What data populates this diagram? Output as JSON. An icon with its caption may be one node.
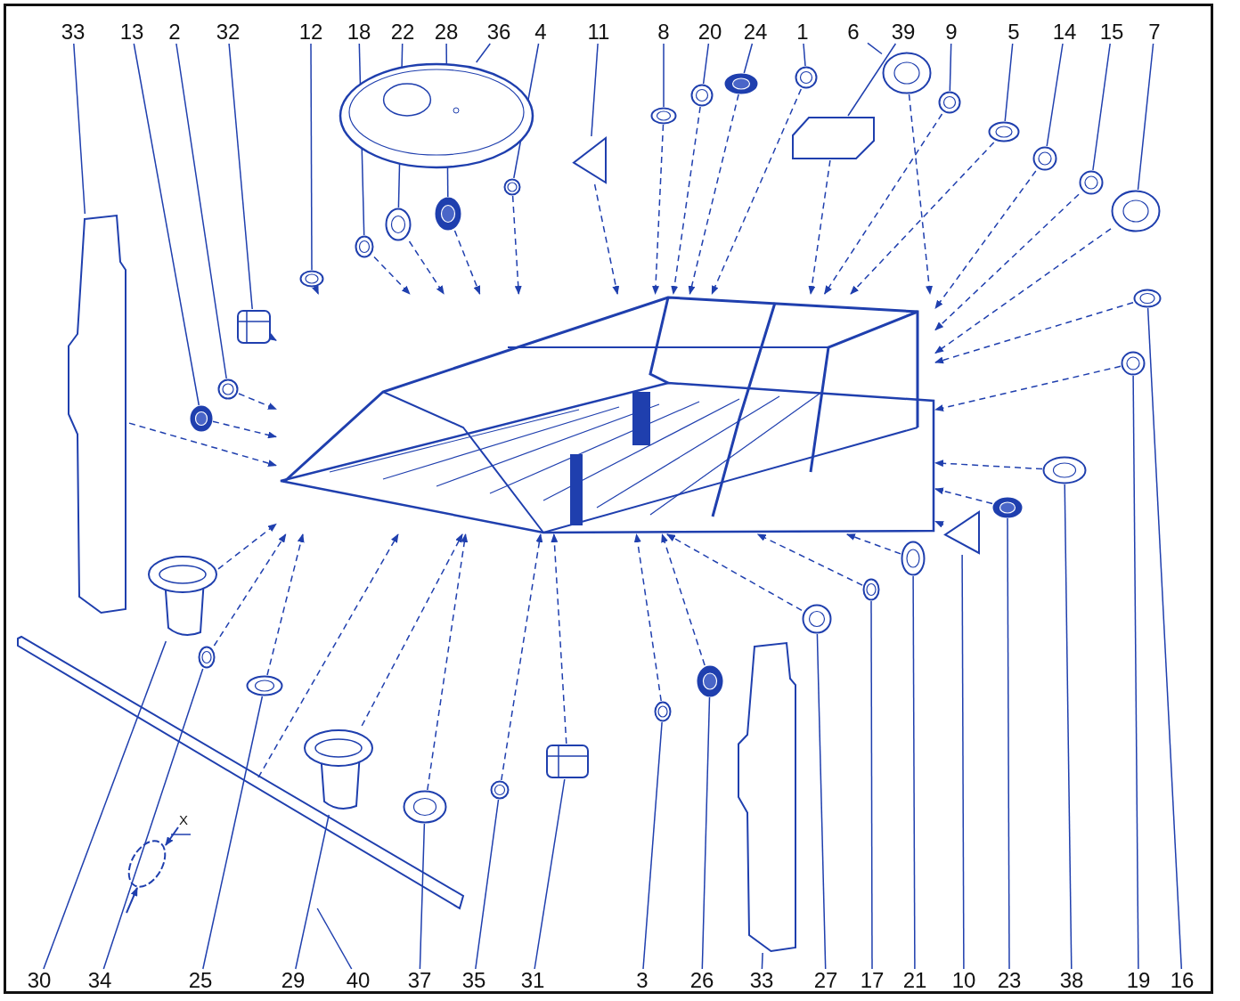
{
  "diagram": {
    "nodes": [
      {
        "text": [
          "33"
        ]
      },
      {
        "text": [
          "13"
        ]
      },
      {
        "text": [
          "2"
        ]
      },
      {
        "text": [
          "32"
        ]
      },
      {
        "text": [
          "12"
        ]
      },
      {
        "text": [
          "18"
        ]
      },
      {
        "text": [
          "22"
        ]
      },
      {
        "text": [
          "28"
        ]
      },
      {
        "text": [
          "36"
        ]
      },
      {
        "text": [
          "4"
        ]
      },
      {
        "text": [
          "11"
        ]
      },
      {
        "text": [
          "8"
        ]
      },
      {
        "text": [
          "20"
        ]
      },
      {
        "text": [
          "24"
        ]
      },
      {
        "text": [
          "1"
        ]
      },
      {
        "text": [
          "6"
        ]
      },
      {
        "text": [
          "39"
        ]
      },
      {
        "text": [
          "9"
        ]
      },
      {
        "text": [
          "5"
        ]
      },
      {
        "text": [
          "14"
        ]
      },
      {
        "text": [
          "15"
        ]
      },
      {
        "text": [
          "7"
        ]
      },
      {
        "text": [
          "30"
        ]
      },
      {
        "text": [
          "34"
        ]
      },
      {
        "text": [
          "25"
        ]
      },
      {
        "text": [
          "29"
        ]
      },
      {
        "text": [
          "40"
        ]
      },
      {
        "text": [
          "37"
        ]
      },
      {
        "text": [
          "35"
        ]
      },
      {
        "text": [
          "31"
        ]
      },
      {
        "text": [
          "3"
        ]
      },
      {
        "text": [
          "26"
        ]
      },
      {
        "text": [
          "33"
        ]
      },
      {
        "text": [
          "27"
        ]
      },
      {
        "text": [
          "17"
        ]
      },
      {
        "text": [
          "21"
        ]
      },
      {
        "text": [
          "10"
        ]
      },
      {
        "text": [
          "23"
        ]
      },
      {
        "text": [
          "38"
        ]
      },
      {
        "text": [
          "19"
        ]
      },
      {
        "text": [
          "16"
        ]
      },
      {
        "text": [],
        "shape": "picture"
      },
      {
        "text": [],
        "shape": "bar"
      },
      {
        "text": [],
        "shape": "circle"
      },
      {
        "text": [],
        "shape": "circle"
      },
      {
        "text": [],
        "shape": "box"
      },
      {
        "text": [],
        "shape": "circle"
      },
      {
        "text": [],
        "shape": "circle"
      },
      {
        "text": [],
        "shape": "circle"
      },
      {
        "text": [],
        "shape": "circle"
      },
      {
        "text": [],
        "shape": "picture"
      },
      {
        "text": [],
        "shape": "circle"
      },
      {
        "text": [],
        "shape": "triangle"
      },
      {
        "text": [],
        "shape": "circle"
      },
      {
        "text": [],
        "shape": "circle"
      },
      {
        "text": [],
        "shape": "circle"
      },
      {
        "text": [],
        "shape": "circle"
      },
      {
        "text": [],
        "shape": "circle"
      },
      {
        "text": [],
        "shape": "box"
      },
      {
        "text": [],
        "shape": "circle"
      },
      {
        "text": [],
        "shape": "circle"
      },
      {
        "text": [],
        "shape": "circle"
      },
      {
        "text": [],
        "shape": "circle"
      },
      {
        "text": [],
        "shape": "circle"
      },
      {
        "text": [],
        "shape": "picture"
      },
      {
        "text": [],
        "shape": "circle"
      },
      {
        "text": [],
        "shape": "circle"
      },
      {
        "text": [],
        "shape": "picture"
      },
      {
        "text": [],
        "shape": "bar"
      },
      {
        "text": [],
        "shape": "circle"
      },
      {
        "text": [],
        "shape": "circle"
      },
      {
        "text": [],
        "shape": "box"
      },
      {
        "text": [],
        "shape": "circle"
      },
      {
        "text": [],
        "shape": "circle"
      },
      {
        "text": [],
        "shape": "bar"
      },
      {
        "text": [],
        "shape": "circle"
      },
      {
        "text": [],
        "shape": "circle"
      },
      {
        "text": [],
        "shape": "circle"
      },
      {
        "text": [],
        "shape": "triangle"
      },
      {
        "text": [],
        "shape": "circle"
      },
      {
        "text": [],
        "shape": "circle"
      },
      {
        "text": [],
        "shape": "circle"
      },
      {
        "text": [],
        "shape": "circle"
      }
    ],
    "edges": [
      {
        "from": 0,
        "to": 42,
        "arrow": "none"
      },
      {
        "from": 1,
        "to": 43,
        "arrow": "none"
      },
      {
        "from": 2,
        "to": 44,
        "arrow": "none"
      },
      {
        "from": 3,
        "to": 45,
        "arrow": "none"
      },
      {
        "from": 4,
        "to": 46,
        "arrow": "none"
      },
      {
        "from": 5,
        "to": 47,
        "arrow": "none"
      },
      {
        "from": 6,
        "to": 48,
        "arrow": "none"
      },
      {
        "from": 7,
        "to": 49,
        "arrow": "none"
      },
      {
        "from": 8,
        "to": 50,
        "arrow": "none"
      },
      {
        "from": 9,
        "to": 51,
        "arrow": "none"
      },
      {
        "from": 10,
        "to": 52,
        "arrow": "none"
      },
      {
        "from": 11,
        "to": 53,
        "arrow": "none"
      },
      {
        "from": 12,
        "to": 54,
        "arrow": "none"
      },
      {
        "from": 13,
        "to": 55,
        "arrow": "none"
      },
      {
        "from": 14,
        "to": 56,
        "arrow": "none"
      },
      {
        "from": 15,
        "to": 57,
        "arrow": "none"
      },
      {
        "from": 16,
        "to": 58,
        "arrow": "none"
      },
      {
        "from": 17,
        "to": 59,
        "arrow": "none"
      },
      {
        "from": 18,
        "to": 60,
        "arrow": "none"
      },
      {
        "from": 19,
        "to": 61,
        "arrow": "none"
      },
      {
        "from": 20,
        "to": 62,
        "arrow": "none"
      },
      {
        "from": 21,
        "to": 63,
        "arrow": "none"
      },
      {
        "from": 22,
        "to": 64,
        "arrow": "none"
      },
      {
        "from": 23,
        "to": 65,
        "arrow": "none"
      },
      {
        "from": 24,
        "to": 66,
        "arrow": "none"
      },
      {
        "from": 25,
        "to": 67,
        "arrow": "none"
      },
      {
        "from": 26,
        "to": 68,
        "arrow": "none"
      },
      {
        "from": 27,
        "to": 69,
        "arrow": "none"
      },
      {
        "from": 28,
        "to": 70,
        "arrow": "none"
      },
      {
        "from": 29,
        "to": 71,
        "arrow": "none"
      },
      {
        "from": 30,
        "to": 72,
        "arrow": "none"
      },
      {
        "from": 31,
        "to": 73,
        "arrow": "none"
      },
      {
        "from": 32,
        "to": 74,
        "arrow": "none"
      },
      {
        "from": 33,
        "to": 75,
        "arrow": "none"
      },
      {
        "from": 34,
        "to": 76,
        "arrow": "none"
      },
      {
        "from": 35,
        "to": 77,
        "arrow": "none"
      },
      {
        "from": 36,
        "to": 78,
        "arrow": "none"
      },
      {
        "from": 37,
        "to": 79,
        "arrow": "none"
      },
      {
        "from": 38,
        "to": 80,
        "arrow": "none"
      },
      {
        "from": 39,
        "to": 81,
        "arrow": "none"
      },
      {
        "from": 40,
        "to": 82,
        "arrow": "none"
      },
      {
        "from": 42,
        "to": 41,
        "arrow": "to",
        "style": "dashed"
      },
      {
        "from": 43,
        "to": 41,
        "arrow": "to",
        "style": "dashed"
      },
      {
        "from": 44,
        "to": 41,
        "arrow": "to",
        "style": "dashed"
      },
      {
        "from": 45,
        "to": 41,
        "arrow": "to",
        "style": "dashed"
      },
      {
        "from": 46,
        "to": 41,
        "arrow": "to",
        "style": "dashed"
      },
      {
        "from": 47,
        "to": 41,
        "arrow": "to",
        "style": "dashed"
      },
      {
        "from": 48,
        "to": 41,
        "arrow": "to",
        "style": "dashed"
      },
      {
        "from": 49,
        "to": 41,
        "arrow": "to",
        "style": "dashed"
      },
      {
        "from": 51,
        "to": 41,
        "arrow": "to",
        "style": "dashed"
      },
      {
        "from": 52,
        "to": 41,
        "arrow": "to",
        "style": "dashed"
      },
      {
        "from": 53,
        "to": 41,
        "arrow": "to",
        "style": "dashed"
      },
      {
        "from": 54,
        "to": 41,
        "arrow": "to",
        "style": "dashed"
      },
      {
        "from": 55,
        "to": 41,
        "arrow": "to",
        "style": "dashed"
      },
      {
        "from": 56,
        "to": 41,
        "arrow": "to",
        "style": "dashed"
      },
      {
        "from": 57,
        "to": 41,
        "arrow": "to",
        "style": "dashed"
      },
      {
        "from": 58,
        "to": 41,
        "arrow": "to",
        "style": "dashed"
      },
      {
        "from": 59,
        "to": 41,
        "arrow": "to",
        "style": "dashed"
      },
      {
        "from": 60,
        "to": 41,
        "arrow": "to",
        "style": "dashed"
      },
      {
        "from": 61,
        "to": 41,
        "arrow": "to",
        "style": "dashed"
      },
      {
        "from": 62,
        "to": 41,
        "arrow": "to",
        "style": "dashed"
      },
      {
        "from": 63,
        "to": 41,
        "arrow": "to",
        "style": "dashed"
      },
      {
        "from": 64,
        "to": 41,
        "arrow": "to",
        "style": "dashed"
      },
      {
        "from": 65,
        "to": 41,
        "arrow": "to",
        "style": "dashed"
      },
      {
        "from": 66,
        "to": 41,
        "arrow": "to",
        "style": "dashed"
      },
      {
        "from": 67,
        "to": 41,
        "arrow": "to",
        "style": "dashed"
      },
      {
        "from": 68,
        "to": 41,
        "arrow": "to",
        "style": "dashed"
      },
      {
        "from": 69,
        "to": 41,
        "arrow": "to",
        "style": "dashed"
      },
      {
        "from": 70,
        "to": 41,
        "arrow": "to",
        "style": "dashed"
      },
      {
        "from": 71,
        "to": 41,
        "arrow": "to",
        "style": "dashed"
      },
      {
        "from": 72,
        "to": 41,
        "arrow": "to",
        "style": "dashed"
      },
      {
        "from": 73,
        "to": 41,
        "arrow": "to",
        "style": "dashed"
      },
      {
        "from": 75,
        "to": 41,
        "arrow": "to",
        "style": "dashed"
      },
      {
        "from": 76,
        "to": 41,
        "arrow": "to",
        "style": "dashed"
      },
      {
        "from": 77,
        "to": 41,
        "arrow": "to",
        "style": "dashed"
      },
      {
        "from": 78,
        "to": 41,
        "arrow": "to",
        "style": "dashed"
      },
      {
        "from": 79,
        "to": 41,
        "arrow": "to",
        "style": "dashed"
      },
      {
        "from": 80,
        "to": 41,
        "arrow": "to",
        "style": "dashed"
      },
      {
        "from": 81,
        "to": 41,
        "arrow": "to",
        "style": "dashed"
      },
      {
        "from": 82,
        "to": 41,
        "arrow": "to",
        "style": "dashed"
      }
    ],
    "labels": [
      "X"
    ]
  }
}
